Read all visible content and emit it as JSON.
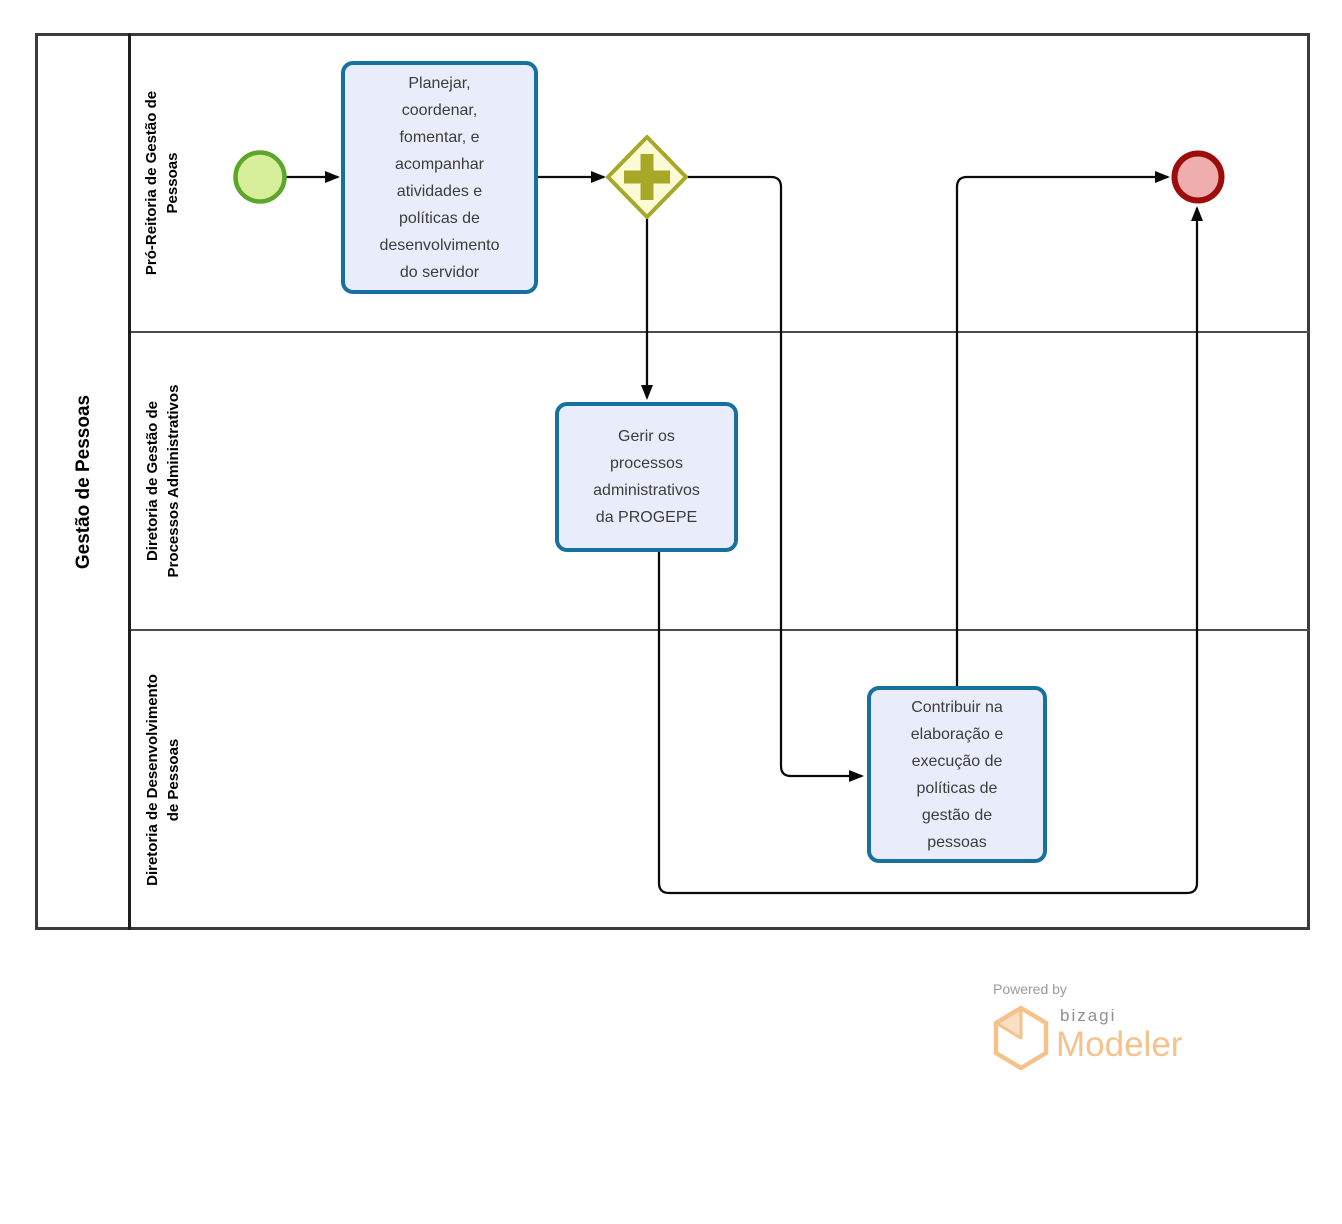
{
  "diagram": {
    "pool": {
      "title": "Gestão de Pessoas"
    },
    "lanes": [
      {
        "label": "Pró-Reitoria de Gestão de\nPessoas"
      },
      {
        "label": "Diretoria de Gestão de\nProcessos Administrativos"
      },
      {
        "label": "Diretoria de Desenvolvimento\nde Pessoas"
      }
    ],
    "nodes": {
      "start_event": {
        "type": "start-event"
      },
      "task_planejar": {
        "label": "Planejar,\ncoordenar,\nfomentar, e\nacompanhar\natividades e\npolíticas de\ndesenvolvimento\ndo servidor"
      },
      "gateway_parallel": {
        "type": "parallel-gateway"
      },
      "task_gerir": {
        "label": "Gerir os\nprocessos\nadministrativos\nda PROGEPE"
      },
      "task_contribuir": {
        "label": "Contribuir na\nelaboração e\nexecução de\npolíticas de\ngestão de\npessoas"
      },
      "end_event": {
        "type": "end-event"
      }
    }
  },
  "footer": {
    "powered_by": "Powered by",
    "brand": "bizagi",
    "product": "Modeler"
  },
  "colors": {
    "task-fill": "#e9edfb",
    "task-border": "#17719f",
    "start-fill": "#d7ef9b",
    "start-border": "#5ca62b",
    "end-fill": "#f0adad",
    "end-border": "#9e0b0b",
    "gateway-fill": "#fbfbd6",
    "gateway-border": "#a8a828",
    "connector": "#0a0a0a",
    "lane-border": "#4a4a4f",
    "pool-border": "#3b3b3b",
    "text": "#3c3c3c",
    "logo-orange": "#f6c28c",
    "logo-gray": "#9a9a9a"
  }
}
